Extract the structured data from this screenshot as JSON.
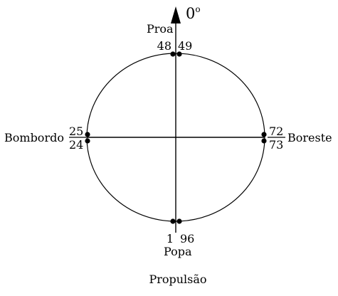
{
  "diagram": {
    "heading": "0",
    "heading_unit": "o",
    "caption": "Propulsão",
    "directions": {
      "bow": "Proa",
      "stern": "Popa",
      "port": "Bombordo",
      "starboard": "Boreste"
    },
    "points": {
      "bow_left": "48",
      "bow_right": "49",
      "port_top": "25",
      "port_bottom": "24",
      "starboard_top": "72",
      "starboard_bottom": "73",
      "stern_left": "1",
      "stern_right": "96"
    }
  }
}
